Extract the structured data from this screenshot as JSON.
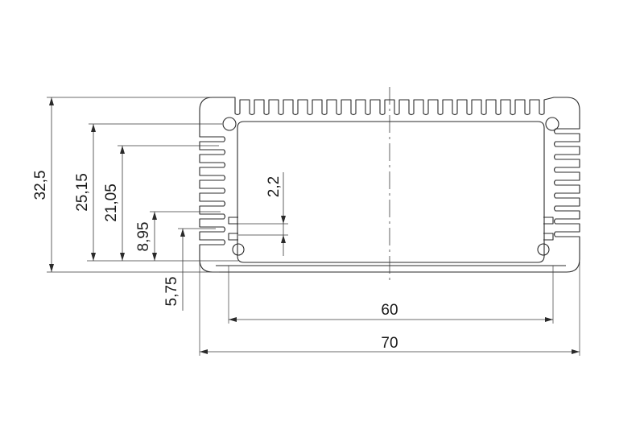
{
  "drawing": {
    "title": "",
    "dimensions": {
      "overall_height": "32,5",
      "height_1": "25,15",
      "height_2": "21,05",
      "height_3": "8,95",
      "height_4": "5,75",
      "slot_gap": "2,2",
      "inner_width": "60",
      "overall_width": "70"
    }
  }
}
